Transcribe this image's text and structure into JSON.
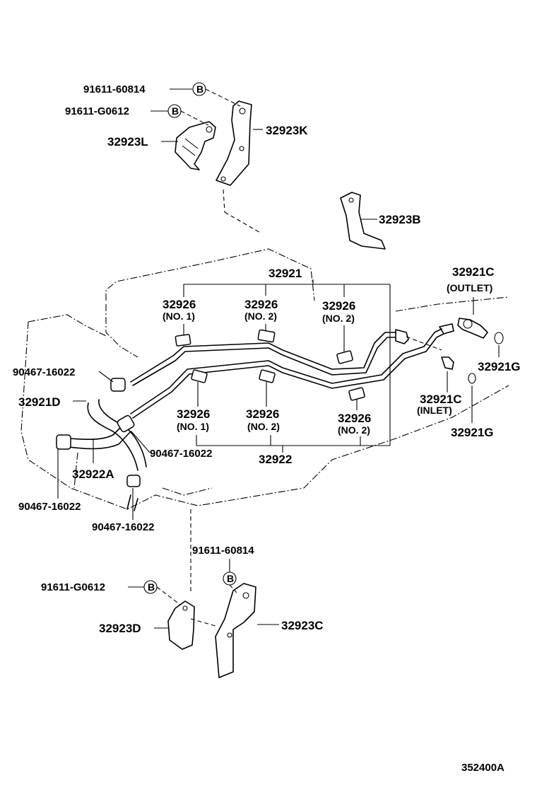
{
  "diagram": {
    "ref_code": "352400A",
    "callouts": {
      "bolt_top_1": "91611-60814",
      "bolt_top_2": "91611-G0612",
      "bracket_k": "32923K",
      "bracket_l": "32923L",
      "bracket_b": "32923B",
      "tube_assy_upper": "32921",
      "outlet_union": "32921C",
      "outlet_label": "(OUTLET)",
      "inlet_union": "32921C",
      "inlet_label": "(INLET)",
      "gasket_1": "32921G",
      "gasket_2": "32921G",
      "clamp_u1": "32926",
      "clamp_u1_no": "(NO. 1)",
      "clamp_u2": "32926",
      "clamp_u2_no": "(NO. 2)",
      "clamp_u3": "32926",
      "clamp_u3_no": "(NO. 2)",
      "clamp_l1": "32926",
      "clamp_l1_no": "(NO. 1)",
      "clamp_l2": "32926",
      "clamp_l2_no": "(NO. 2)",
      "clamp_l3": "32926",
      "clamp_l3_no": "(NO. 2)",
      "tube_assy_lower": "32922",
      "hose_d": "32921D",
      "hose_a": "32922A",
      "hose_clip_1": "90467-16022",
      "hose_clip_2": "90467-16022",
      "hose_clip_3": "90467-16022",
      "hose_clip_4": "90467-16022",
      "bolt_bottom_1": "91611-60814",
      "bolt_bottom_2": "91611-G0612",
      "bracket_d": "32923D",
      "bracket_c": "32923C",
      "marker_b": "B"
    }
  }
}
